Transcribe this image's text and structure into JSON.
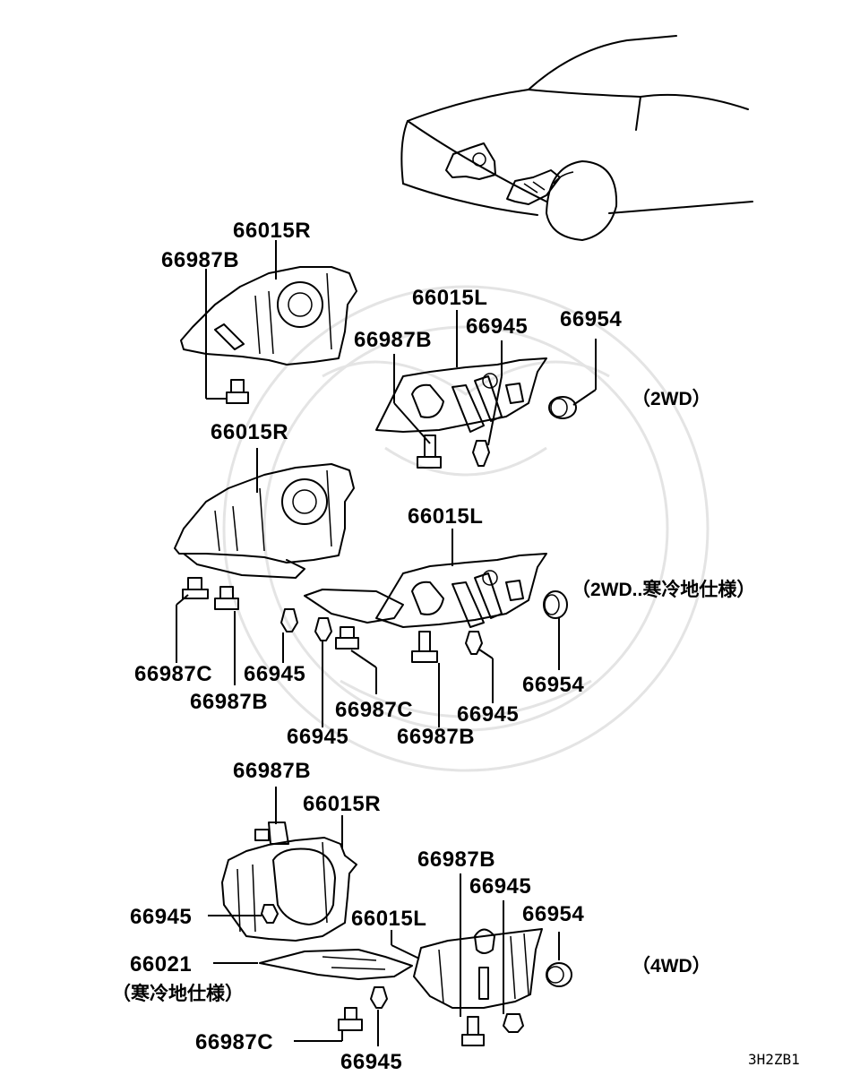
{
  "labels": {
    "r2_66015R": "66015R",
    "r2_66987B": "66987B",
    "l2_66015L": "66015L",
    "l2_66987B": "66987B",
    "l2_66945": "66945",
    "l2_66954": "66954",
    "note_2wd": "（2WD）",
    "c_66015R": "66015R",
    "c_66015L": "66015L",
    "note_2wd_cold": "（2WD..寒冷地仕様）",
    "c_66987C_a": "66987C",
    "c_66987B_a": "66987B",
    "c_66945_a": "66945",
    "c_66945_b": "66945",
    "c_66987C_b": "66987C",
    "c_66987B_b": "66987B",
    "c_66945_c": "66945",
    "c_66954": "66954",
    "w_66987B_a": "66987B",
    "w_66015R": "66015R",
    "w_66945_a": "66945",
    "w_66021": "66021",
    "w_cold_note": "（寒冷地仕様）",
    "w_66015L": "66015L",
    "w_66987B_b": "66987B",
    "w_66945_b": "66945",
    "w_66954": "66954",
    "note_4wd": "（4WD）",
    "w_66987C": "66987C",
    "w_66945_c": "66945"
  },
  "diagram_code": "3H2ZB1"
}
